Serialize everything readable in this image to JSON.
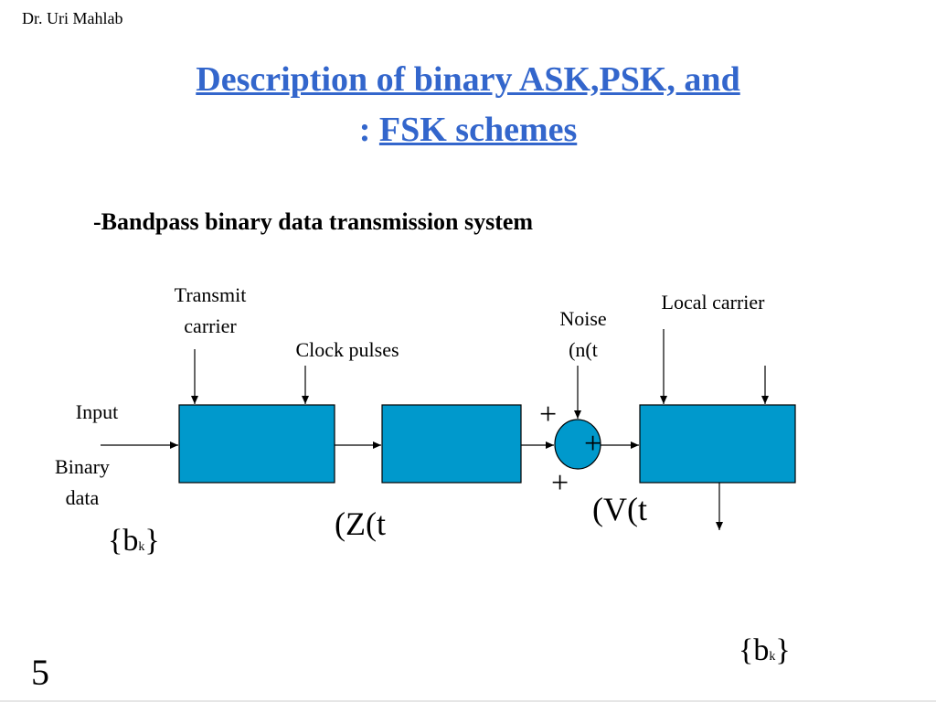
{
  "header": {
    "author": "Dr. Uri Mahlab",
    "title_line1": "Description of binary ASK,PSK, and",
    "title_line2_prefix": ": ",
    "title_line2": "FSK schemes"
  },
  "subtitle": "-Bandpass binary data transmission system",
  "diagram": {
    "transmit_carrier_1": "Transmit",
    "transmit_carrier_2": "carrier",
    "clock_pulses": "Clock pulses",
    "noise_1": "Noise",
    "noise_2": "(n(t",
    "local_carrier": "Local carrier",
    "input": "Input",
    "binary_1": "Binary",
    "binary_2": "data",
    "z_label": "(Z(t",
    "v_label": "(V(t",
    "plus_top": "+",
    "plus_right": "+",
    "plus_bottom": "+",
    "bk_open": "{b",
    "bk_sub": "k",
    "bk_close": "}",
    "colors": {
      "block_fill": "#0099cc",
      "block_stroke": "#000000",
      "title_color": "#3366cc"
    }
  },
  "footer": {
    "page_number": "5"
  }
}
